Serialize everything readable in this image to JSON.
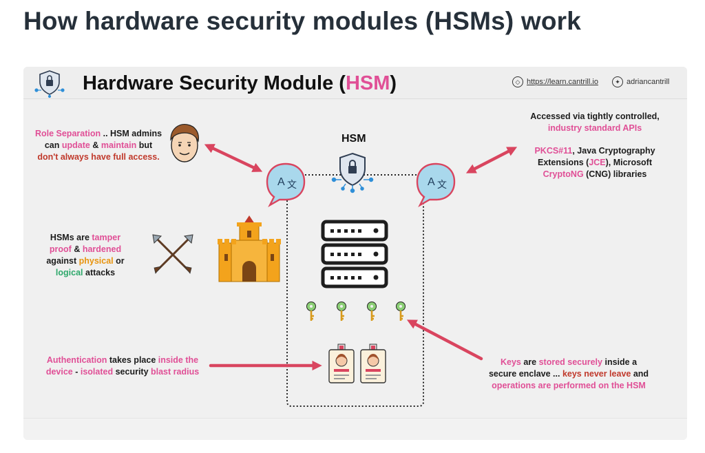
{
  "page": {
    "title": "How hardware security modules (HSMs) work"
  },
  "banner": {
    "title_prefix": "Hardware Security Module (",
    "title_highlight": "HSM",
    "title_suffix": ")",
    "website": "https://learn.cantrill.io",
    "twitter": "adriancantrill"
  },
  "diagram": {
    "hsm_label": "HSM",
    "translate_glyph": "A",
    "translate_glyph2": "文",
    "role": {
      "l1a": "Role Separation",
      "l1b": " .. HSM admins",
      "l2a": "can ",
      "l2b": "update",
      "l2c": " & ",
      "l2d": "maintain",
      "l2e": " but",
      "l3": "don't always have full access."
    },
    "tamper": {
      "l1a": "HSMs are ",
      "l1b": "tamper",
      "l2a": "proof",
      "l2b": " & ",
      "l2c": "hardened",
      "l3": "against ",
      "l3b": "physical",
      "l3c": " or",
      "l4a": "logical",
      "l4b": " attacks"
    },
    "auth": {
      "l1a": "Authentication",
      "l1b": " takes place ",
      "l1c": "inside the",
      "l2a": "device",
      "l2b": " - ",
      "l2c": "isolated",
      "l2d": " security ",
      "l2e": "blast radius"
    },
    "apis": {
      "l1": "Accessed via tightly controlled,",
      "l2": "industry standard APIs"
    },
    "pkcs": {
      "l1a": "PKCS#11",
      "l1b": ", Java Cryptography",
      "l2a": "Extensions (",
      "l2b": "JCE",
      "l2c": "), Microsoft",
      "l3a": "CryptoNG",
      "l3b": " (CNG) libraries"
    },
    "keys": {
      "l1a": "Keys",
      "l1b": " are ",
      "l1c": "stored securely",
      "l1d": " inside a",
      "l2a": "secure enclave ... ",
      "l2b": "keys never leave",
      "l2c": " and",
      "l3": "operations are performed on the HSM"
    }
  },
  "colors": {
    "pink": "#e04f96",
    "red": "#c0392b",
    "orange": "#e8940f",
    "green": "#2ea86b",
    "arrow": "#d9455f",
    "bubble": "#a9d8ec",
    "server": "#1e1e1e",
    "castle": "#f3a31c",
    "key": "#8ccf76"
  },
  "icons": [
    "shield-lock-icon",
    "compass-icon",
    "twitter-icon",
    "translate-bubble-icon",
    "face-icon",
    "crossed-arrows-icon",
    "castle-icon",
    "server-icon",
    "key-icon",
    "id-badge-icon"
  ]
}
